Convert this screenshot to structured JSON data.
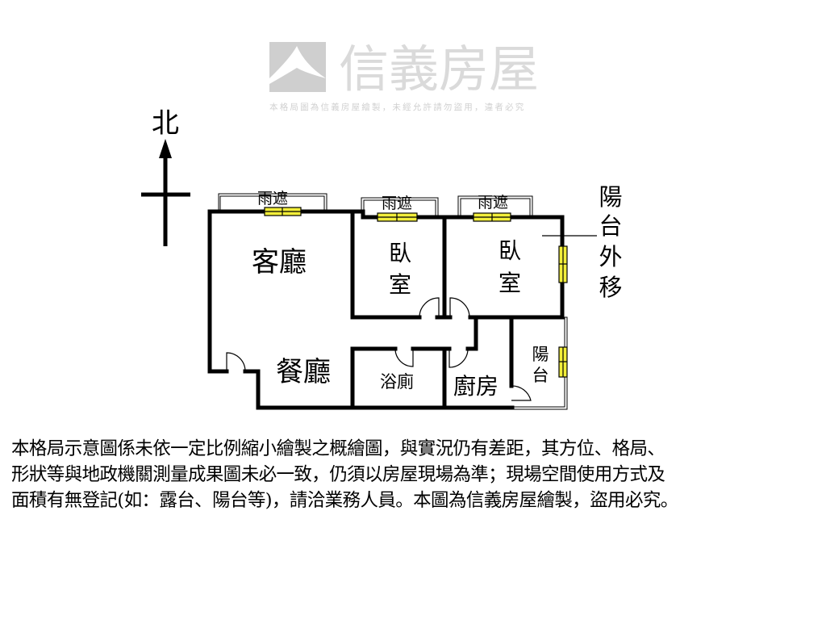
{
  "compass": {
    "north": "北"
  },
  "rooms": {
    "living": "客廳",
    "dining": "餐廳",
    "bedroom1": [
      "臥",
      "室"
    ],
    "bedroom2": [
      "臥",
      "室"
    ],
    "bathroom": "浴廁",
    "kitchen": "廚房",
    "balcony": [
      "陽",
      "台"
    ],
    "canopy1": "雨遮",
    "canopy2": "雨遮",
    "canopy3": "雨遮"
  },
  "annotation": [
    "陽",
    "台",
    "外",
    "移"
  ],
  "watermark": {
    "brand": "信義房屋",
    "notice": "本格局圖為信義房屋繪製，未經允許請勿盜用，違者必究"
  },
  "disclaimer": [
    "本格局示意圖係未依一定比例縮小繪製之概繪圖，與實況仍有差距，其方位、格局、",
    "形狀等與地政機關測量成果圖未必一致，仍須以房屋現場為準；現場空間使用方式及",
    "面積有無登記(如：露台、陽台等)，請洽業務人員。本圖為信義房屋繪製，盜用必究。"
  ],
  "colors": {
    "wall": "#000000",
    "window": "#f2ee3a",
    "watermark": "#c8c8c8"
  }
}
